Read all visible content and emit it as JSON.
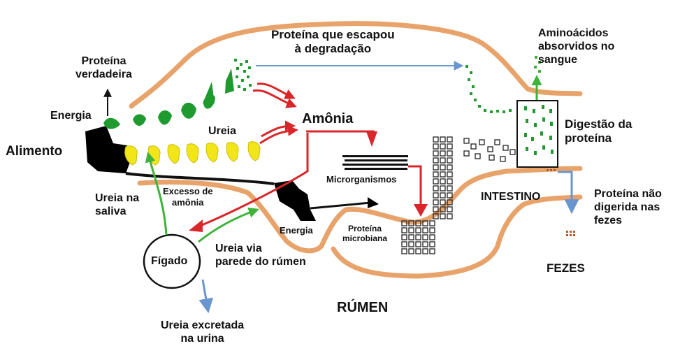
{
  "labels": {
    "proteina_escapou": "Proteína que escapou\nà degradação",
    "aminoacidos": "Aminoácidos\nabsorvidos no\nsangue",
    "proteina_verdadeira": "Proteína\nverdadeira",
    "energia_top": "Energia",
    "amonia": "Amônia",
    "ureia": "Ureia",
    "alimento": "Alimento",
    "digestao": "Digestão da\nproteína",
    "microrganismos": "Microrganismos",
    "excesso_amonia": "Excesso de\namônia",
    "ureia_saliva": "Ureia na\nsaliva",
    "intestino": "INTESTINO",
    "proteina_nao_digerida": "Proteína não\ndigerida nas\nfezes",
    "energia_mid": "Energia",
    "proteina_microbiana": "Proteína\nmicrobiana",
    "figado": "Fígado",
    "ureia_parede": "Ureia via\nparede do rúmen",
    "fezes": "FEZES",
    "rumen": "RÚMEN",
    "ureia_excretada": "Ureia excretada\nna urina"
  },
  "icons": {
    "protein_particle": "green-leaf-shape",
    "urea_particle": "yellow-bone-shape",
    "food_block": "black-block",
    "microbe_cell": "square-cell",
    "feces": "brown-dots"
  },
  "colors": {
    "gut_wall": "#e8a36b",
    "protein_green": "#1f9a2f",
    "urea_yellow": "#f2e51a",
    "ammonia_red": "#d9262a",
    "green_arrow": "#3db33a",
    "blue_arrow": "#6a96cf",
    "feces_brown": "#b05a2a"
  }
}
